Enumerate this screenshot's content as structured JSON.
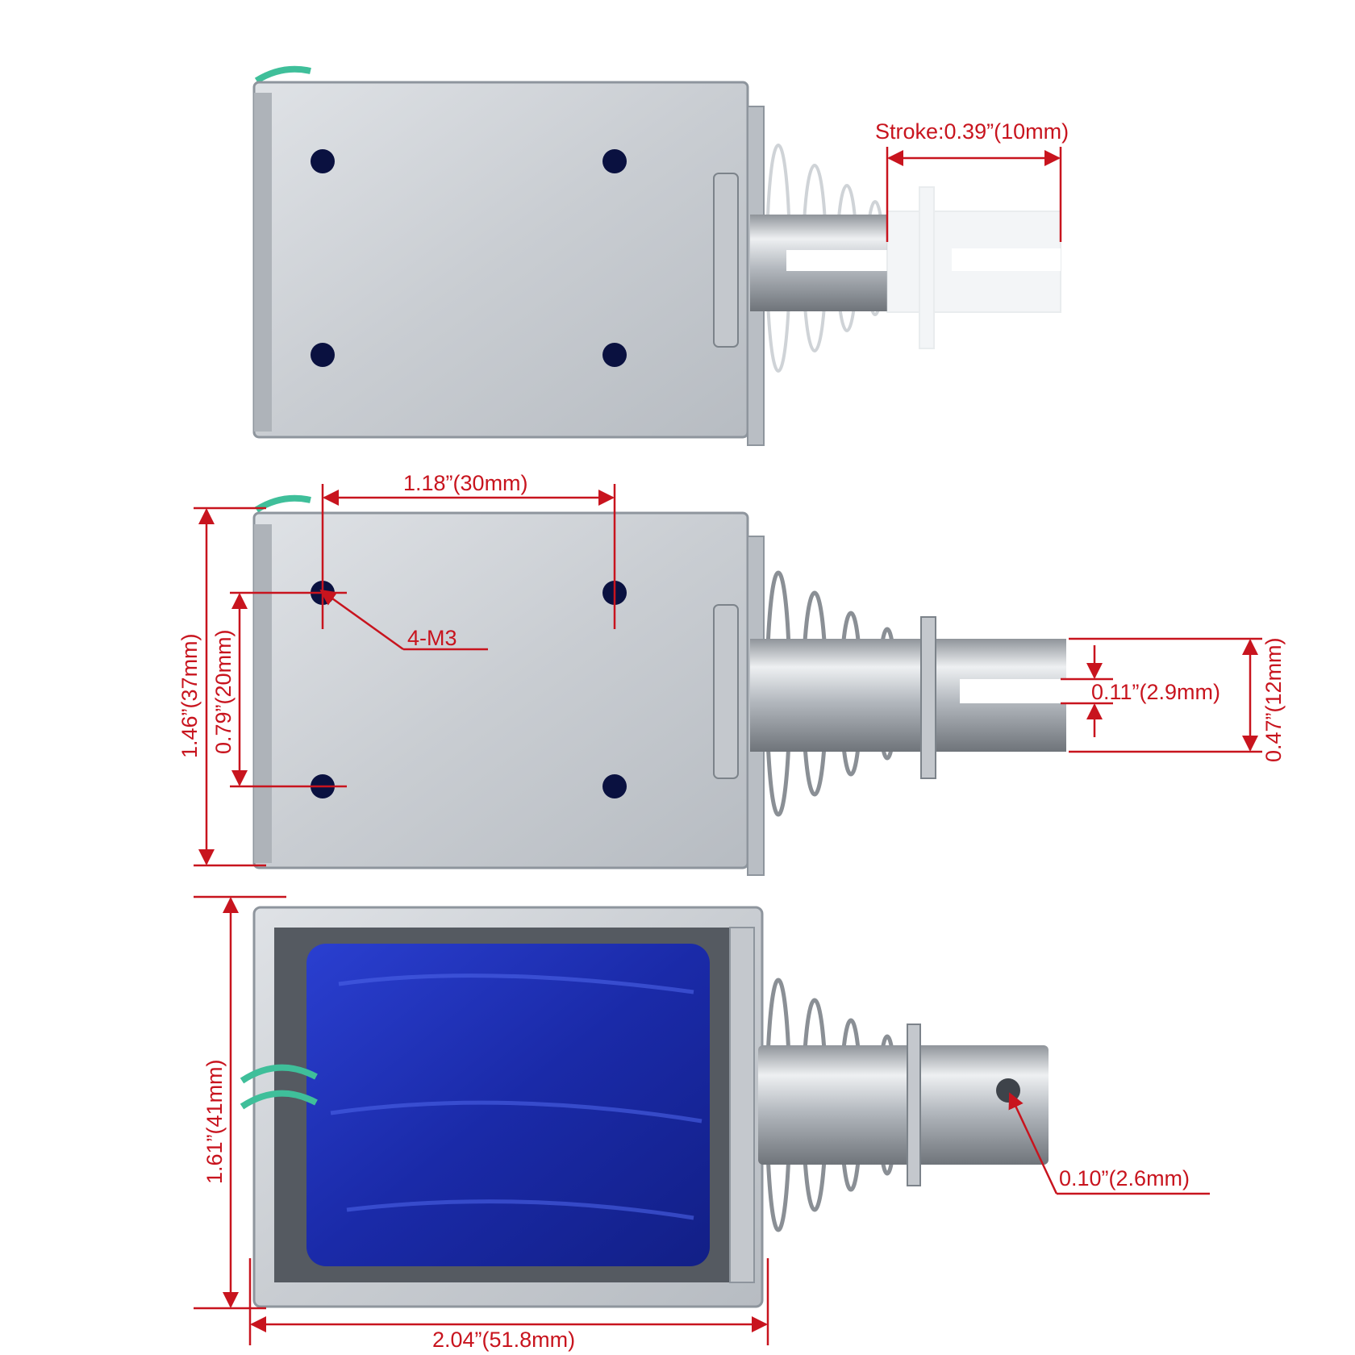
{
  "colors": {
    "dimension": "#c8141e",
    "frame": "#cdd1d6",
    "frame_edge": "#8e959d",
    "coil": "#1a2fb4",
    "wire": "#3fbf9a",
    "shaft": "#b9bec4",
    "spring": "#8a8f95"
  },
  "views": [
    {
      "name": "top-view-extended",
      "plunger": "extended-ghost"
    },
    {
      "name": "top-view-dimensioned",
      "plunger": "normal"
    },
    {
      "name": "side-view-open-frame",
      "plunger": "normal"
    }
  ],
  "dimensions": {
    "stroke": "Stroke:0.39”(10mm)",
    "hole_spacing": "1.18”(30mm)",
    "mount_holes": "4-M3",
    "body_width": "1.46”(37mm)",
    "hole_vertical": "0.79”(20mm)",
    "slot_width": "0.11”(2.9mm)",
    "plunger_dia": "0.47”(12mm)",
    "frame_height": "1.61”(41mm)",
    "pin_hole": "0.10”(2.6mm)",
    "body_length": "2.04”(51.8mm)"
  }
}
